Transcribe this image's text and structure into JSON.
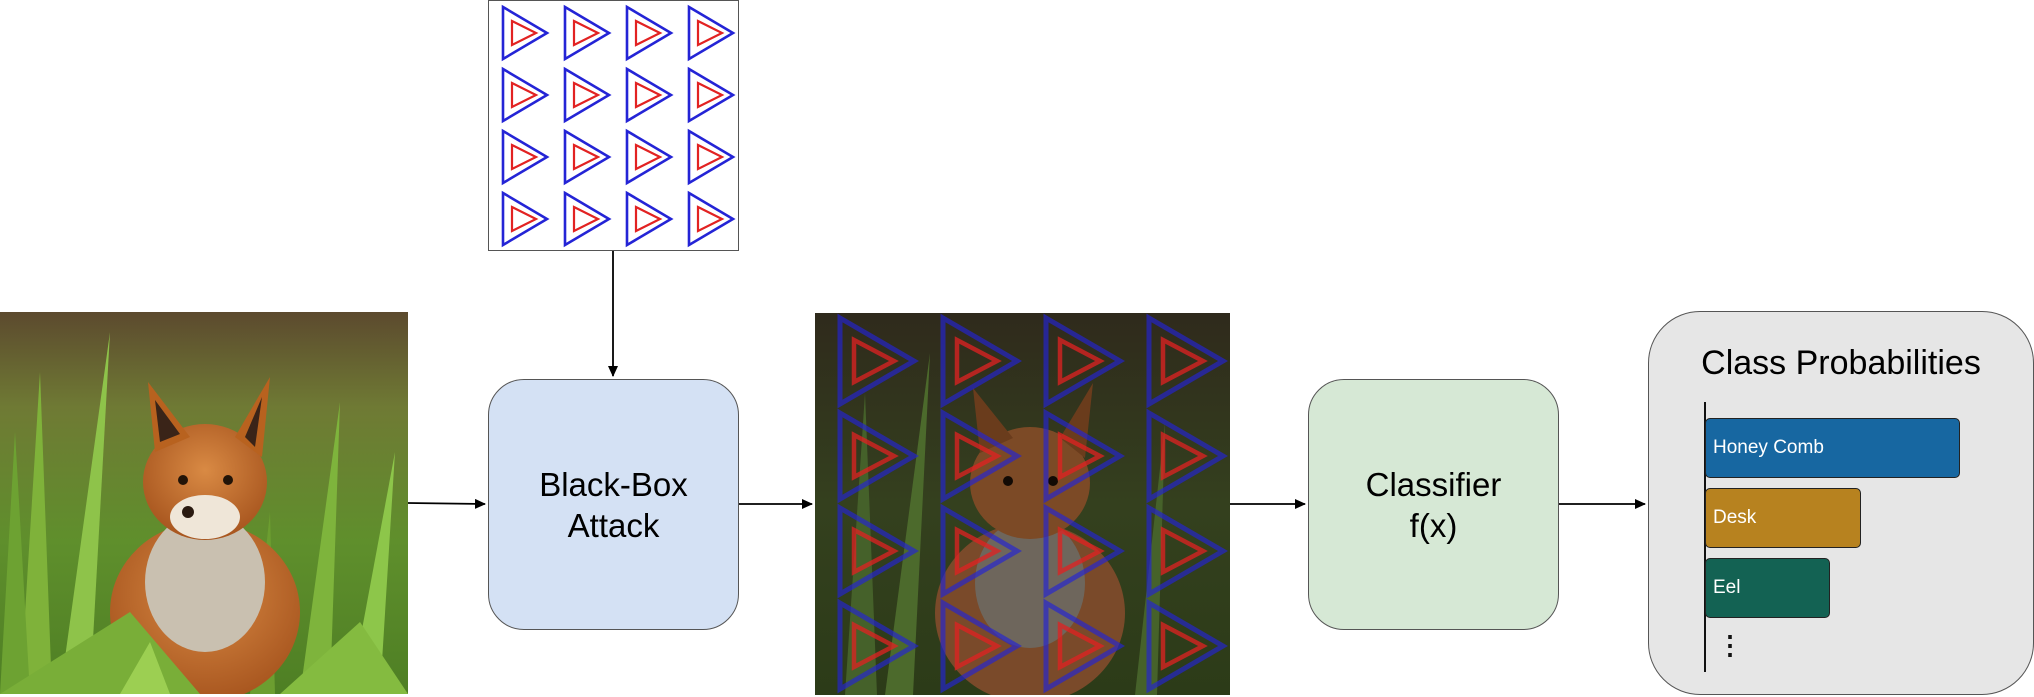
{
  "attack_box": {
    "line1": "Black-Box",
    "line2": "Attack",
    "color": "#d4e1f4"
  },
  "classifier_box": {
    "line1": "Classifier",
    "line2": "f(x)",
    "color": "#d6e8d5"
  },
  "probabilities": {
    "title": "Class Probabilities",
    "classes": [
      {
        "label": "Honey Comb",
        "value": 1.0,
        "color": "#1767a1"
      },
      {
        "label": "Desk",
        "value": 0.61,
        "color": "#b7821f"
      },
      {
        "label": "Eel",
        "value": 0.49,
        "color": "#136253"
      }
    ],
    "more": "⋮"
  },
  "images": {
    "input": "fox-photo",
    "patch": "adversarial-triangle-pattern",
    "output": "perturbed-fox-photo"
  },
  "colors": {
    "triangle_outer": "#2424d6",
    "triangle_inner": "#e22222",
    "arrow": "#000000"
  }
}
